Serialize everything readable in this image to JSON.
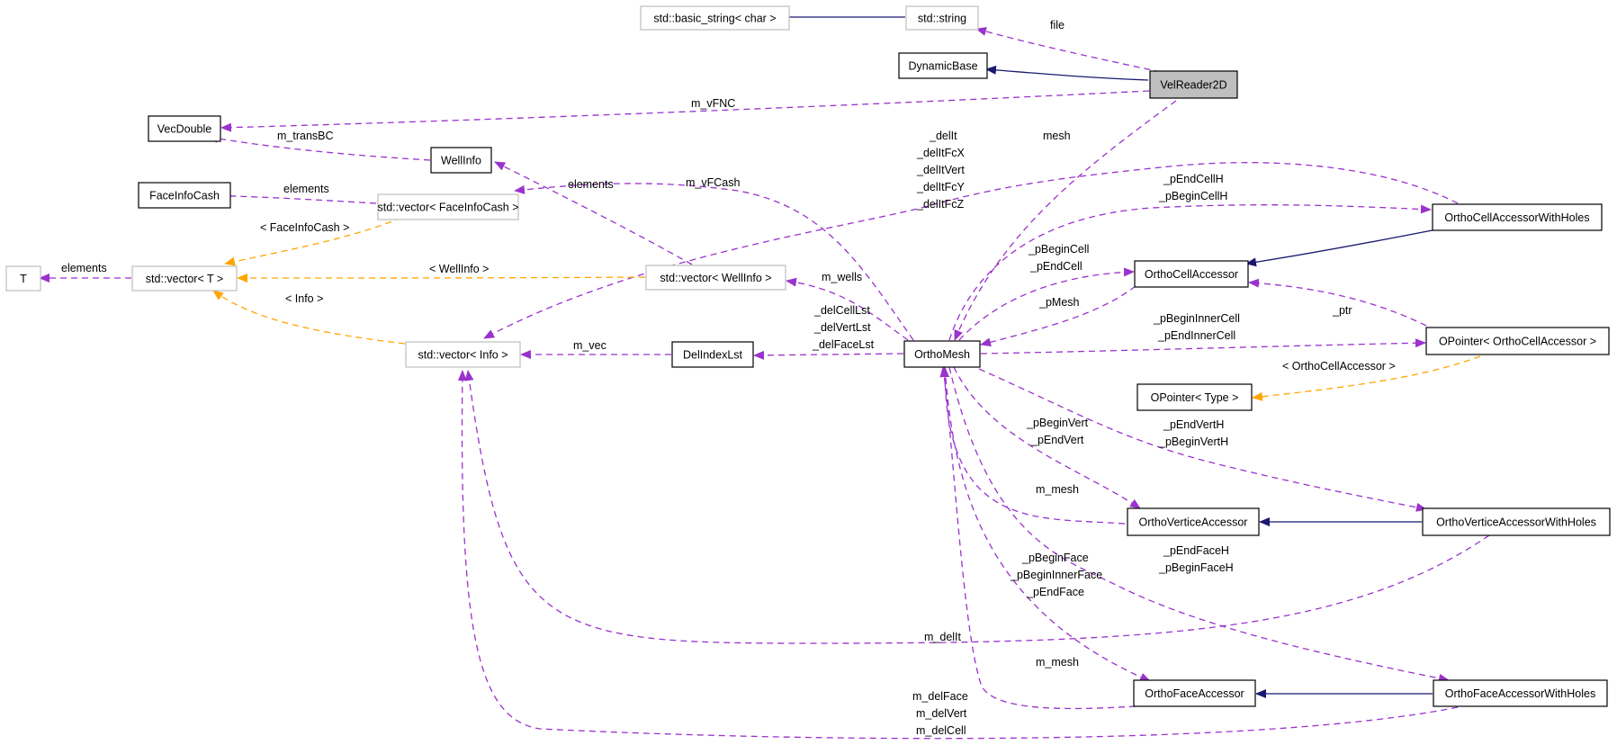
{
  "colors": {
    "inheritance": "#191970",
    "usage": "#9a32cd",
    "template": "#ffa500",
    "node_border": "#000000",
    "node_border_external": "#bfbfbf",
    "node_fill_focus": "#bfbfbf"
  },
  "nodes": {
    "basic_string": "std::basic_string< char >",
    "std_string": "std::string",
    "dynamic_base": "DynamicBase",
    "vel_reader": "VelReader2D",
    "vec_double": "VecDouble",
    "well_info": "WellInfo",
    "face_info_cash": "FaceInfoCash",
    "vec_face_info_cash": "std::vector< FaceInfoCash >",
    "t": "T",
    "vec_t": "std::vector< T >",
    "vec_well_info": "std::vector< WellInfo >",
    "vec_info": "std::vector< Info >",
    "del_index_lst": "DelIndexLst",
    "ortho_mesh": "OrthoMesh",
    "ortho_cell_acc_holes": "OrthoCellAccessorWithHoles",
    "ortho_cell_acc": "OrthoCellAccessor",
    "opointer_cell": "OPointer< OrthoCellAccessor >",
    "opointer_type": "OPointer< Type >",
    "ortho_vert_acc": "OrthoVerticeAccessor",
    "ortho_vert_acc_holes": "OrthoVerticeAccessorWithHoles",
    "ortho_face_acc": "OrthoFaceAccessor",
    "ortho_face_acc_holes": "OrthoFaceAccessorWithHoles"
  },
  "labels": {
    "file": "file",
    "m_vFNC": "m_vFNC",
    "m_transBC": "m_transBC",
    "elements_faceinfo": "elements",
    "elements_wellinfo": "elements",
    "elements_t": "elements",
    "tmpl_faceinfocash": "< FaceInfoCash >",
    "tmpl_wellinfo": "< WellInfo >",
    "tmpl_info": "< Info >",
    "tmpl_orthocellaccessor": "< OrthoCellAccessor >",
    "m_vFCash": "m_vFCash",
    "mesh": "mesh",
    "delIt": "_delIt",
    "delItFcX": "_delItFcX",
    "delItVert": "_delItVert",
    "delItFcY": "_delItFcY",
    "delItFcZ": "_delItFcZ",
    "pEndCellH": "_pEndCellH",
    "pBeginCellH": "_pBeginCellH",
    "m_wells": "m_wells",
    "pBeginCell": "_pBeginCell",
    "pEndCell": "_pEndCell",
    "pMesh": "_pMesh",
    "ptr": "_ptr",
    "delCellLst": "_delCellLst",
    "delVertLst": "_delVertLst",
    "delFaceLst": "_delFaceLst",
    "m_vec": "m_vec",
    "pBeginInnerCell": "_pBeginInnerCell",
    "pEndInnerCell": "_pEndInnerCell",
    "pEndVertH": "_pEndVertH",
    "pBeginVertH": "_pBeginVertH",
    "pBeginVert": "_pBeginVert",
    "pEndVert": "_pEndVert",
    "m_mesh_vert": "m_mesh",
    "pEndFaceH": "_pEndFaceH",
    "pBeginFaceH": "_pBeginFaceH",
    "pBeginFace": "_pBeginFace",
    "pBeginInnerFace": "_pBeginInnerFace",
    "pEndFace": "_pEndFace",
    "m_delIt": "m_delIt",
    "m_mesh_face": "m_mesh",
    "m_delFace": "m_delFace",
    "m_delVert": "m_delVert",
    "m_delCell": "m_delCell"
  }
}
